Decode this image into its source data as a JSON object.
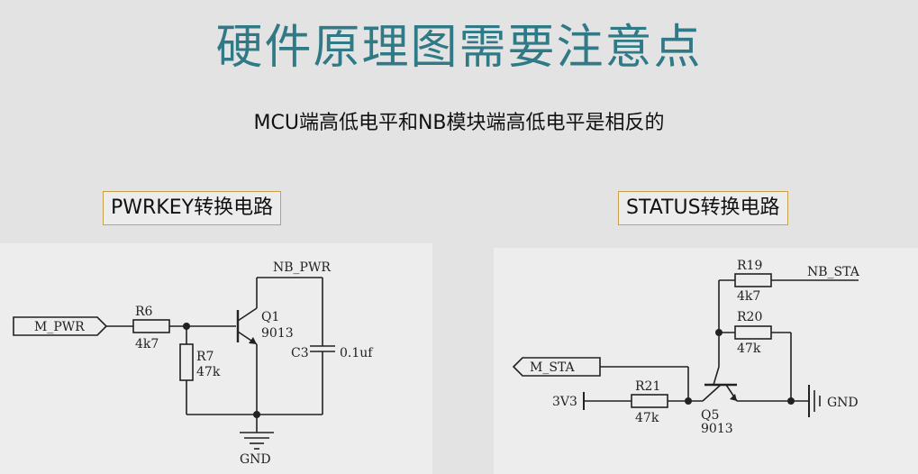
{
  "title": "硬件原理图需要注意点",
  "subtitle": "MCU端高低电平和NB模块端高低电平是相反的",
  "left_circuit": {
    "heading": "PWRKEY转换电路",
    "input_port": "M_PWR",
    "output_net": "NB_PWR",
    "r6_name": "R6",
    "r6_value": "4k7",
    "r7_name": "R7",
    "r7_value": "47k",
    "transistor_name": "Q1",
    "transistor_part": "9013",
    "cap_name": "C3",
    "cap_value": "0.1uf",
    "ground": "GND"
  },
  "right_circuit": {
    "heading": "STATUS转换电路",
    "output_port": "M_STA",
    "supply": "3V3",
    "r19_name": "R19",
    "r19_value": "4k7",
    "output_net": "NB_STA",
    "r20_name": "R20",
    "r20_value": "47k",
    "r21_name": "R21",
    "r21_value": "47k",
    "transistor_name": "Q5",
    "transistor_part": "9013",
    "ground": "GND"
  }
}
